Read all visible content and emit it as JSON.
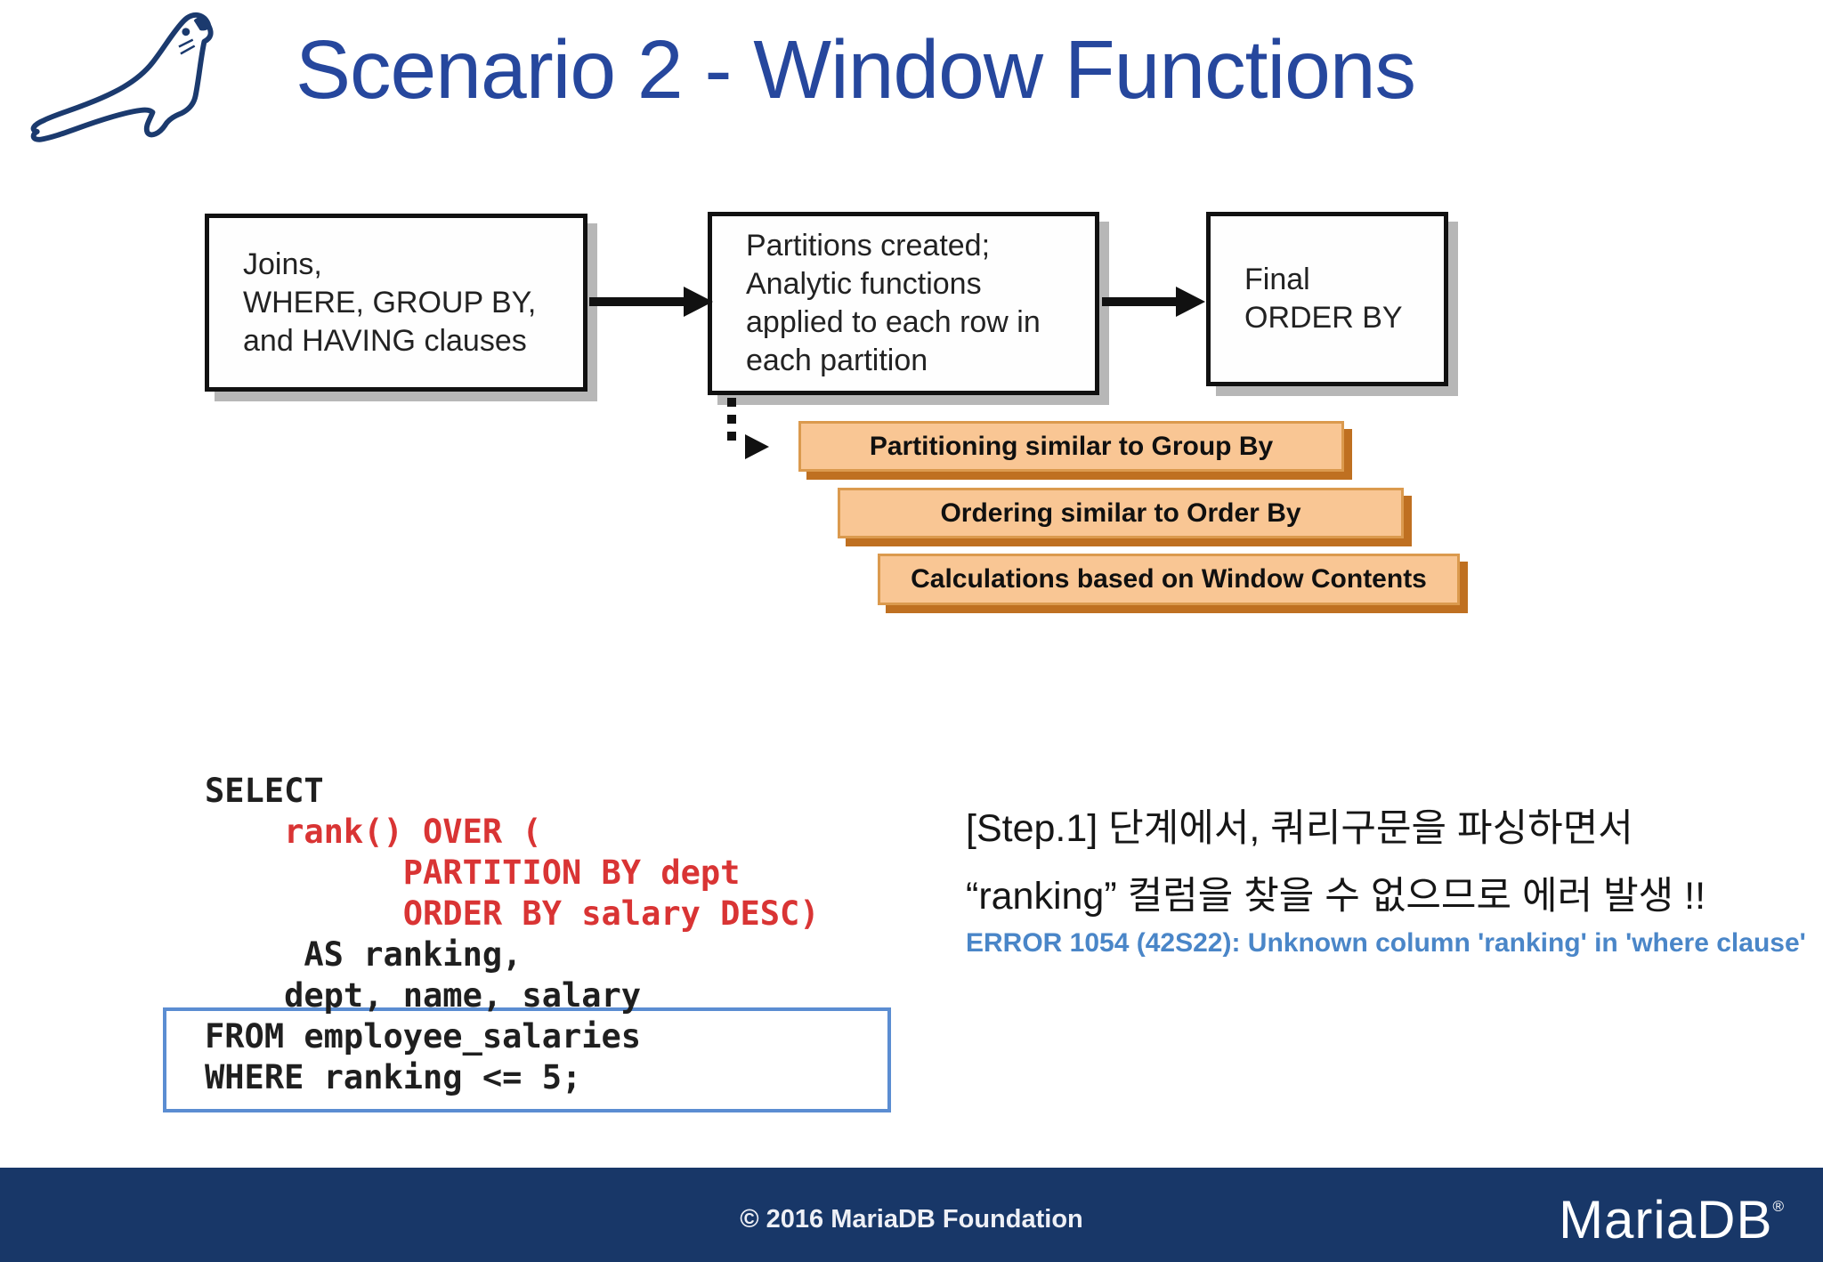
{
  "header": {
    "title": "Scenario 2 - Window Functions",
    "seal_icon": "mariadb-seal"
  },
  "flow": {
    "boxes": [
      {
        "lines": [
          "Joins,",
          "WHERE, GROUP BY,",
          "and HAVING clauses"
        ]
      },
      {
        "lines": [
          "Partitions created;",
          "Analytic functions",
          "applied to each row in",
          "each partition"
        ]
      },
      {
        "lines": [
          "Final",
          "ORDER BY"
        ]
      }
    ],
    "callouts": [
      "Partitioning similar to Group By",
      "Ordering similar to Order By",
      "Calculations based on Window Contents"
    ]
  },
  "code": {
    "lines": [
      {
        "text": "SELECT",
        "color": "black"
      },
      {
        "text": "    rank() OVER (",
        "color": "red"
      },
      {
        "text": "          PARTITION BY dept",
        "color": "red"
      },
      {
        "text": "          ORDER BY salary DESC)",
        "color": "red"
      },
      {
        "text": "     AS ranking,",
        "color": "black"
      },
      {
        "text": "    dept, name, salary",
        "color": "black"
      },
      {
        "text": "FROM employee_salaries",
        "color": "black"
      },
      {
        "text": "WHERE ranking <= 5;",
        "color": "black"
      }
    ]
  },
  "note": {
    "line1": "[Step.1] 단계에서, 쿼리구문을 파싱하면서",
    "line2": "“ranking” 컬럼을 찾을 수 없으므로 에러 발생 !!",
    "error": "ERROR 1054 (42S22): Unknown column 'ranking' in 'where clause'"
  },
  "footer": {
    "copyright": "© 2016 MariaDB Foundation",
    "brand": "MariaDB",
    "reg": "®"
  },
  "colors": {
    "title-blue": "#26479d",
    "footer-navy": "#183768",
    "callout-fill": "#f9c694",
    "callout-border": "#db9a4e",
    "callout-shadow": "#bf7021",
    "code-red": "#d93434",
    "code-black": "#1f1f1f",
    "error-blue": "#4a86c8",
    "hint-border-blue": "#5b8dd2",
    "box-border": "#111111",
    "box-shadow-gray": "#b7b7b7",
    "seal-navy": "#1b3a6e"
  }
}
